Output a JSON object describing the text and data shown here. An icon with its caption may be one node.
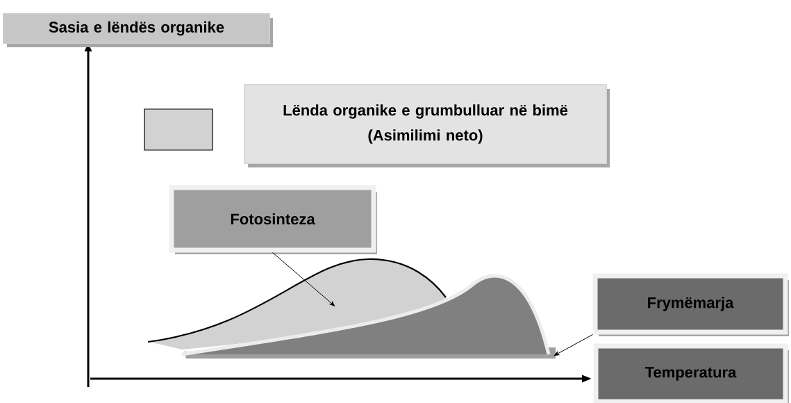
{
  "diagram": {
    "nodes": [
      {
        "text": [
          "Sasia e lëndës organike"
        ]
      },
      {
        "text": [
          "Lënda organike e grumbulluar në bimë",
          "(Asimilimi neto)"
        ]
      },
      {
        "text": [
          "Fotosinteza"
        ]
      },
      {
        "text": [],
        "shape": "curve"
      },
      {
        "text": [],
        "shape": "curve"
      },
      {
        "text": [
          "Frymëmarja"
        ]
      },
      {
        "text": [
          "Temperatura"
        ]
      }
    ],
    "edges": [
      {
        "from": 2,
        "to": 3,
        "arrow": "to"
      },
      {
        "from": 5,
        "to": 4,
        "arrow": "to"
      }
    ]
  }
}
